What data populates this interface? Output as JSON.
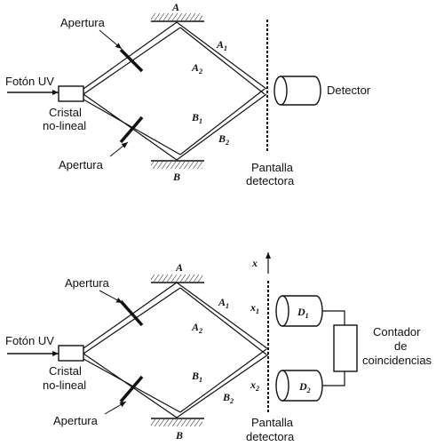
{
  "top": {
    "photon": "Fotón UV",
    "crystal_l1": "Cristal",
    "crystal_l2": "no-lineal",
    "aperture_upper": "Apertura",
    "aperture_lower": "Apertura",
    "mirror_top": "A",
    "mirror_bottom": "B",
    "path_a1": "A",
    "path_a1_sub": "1",
    "path_a2": "A",
    "path_a2_sub": "2",
    "path_b1": "B",
    "path_b1_sub": "1",
    "path_b2": "B",
    "path_b2_sub": "2",
    "detector": "Detector",
    "screen_l1": "Pantalla",
    "screen_l2": "detectora"
  },
  "bottom": {
    "photon": "Fotón UV",
    "crystal_l1": "Cristal",
    "crystal_l2": "no-lineal",
    "aperture_upper": "Apertura",
    "aperture_lower": "Apertura",
    "mirror_top": "A",
    "mirror_bottom": "B",
    "path_a1": "A",
    "path_a1_sub": "1",
    "path_a2": "A",
    "path_a2_sub": "2",
    "path_b1": "B",
    "path_b1_sub": "1",
    "path_b2": "B",
    "path_b2_sub": "2",
    "axis_x": "x",
    "x1": "x",
    "x1_sub": "1",
    "x2": "x",
    "x2_sub": "2",
    "d1": "D",
    "d1_sub": "1",
    "d2": "D",
    "d2_sub": "2",
    "counter_l1": "Contador",
    "counter_l2": "de",
    "counter_l3": "coincidencias",
    "screen_l1": "Pantalla",
    "screen_l2": "detectora"
  }
}
